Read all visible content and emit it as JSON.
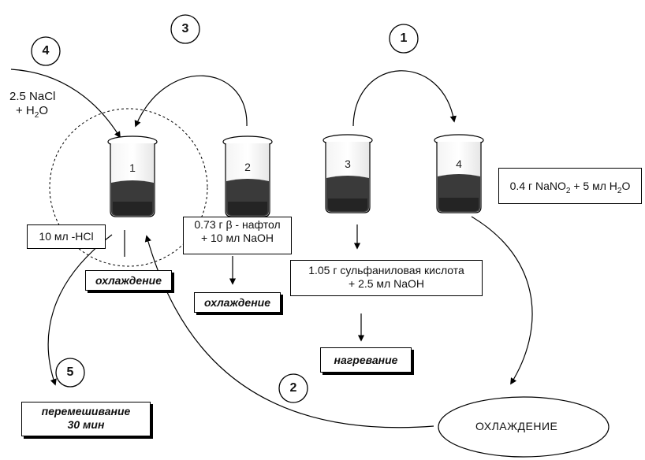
{
  "steps": {
    "s1": "1",
    "s2": "2",
    "s3": "3",
    "s4": "4",
    "s5": "5"
  },
  "beakers": {
    "b1": "1",
    "b2": "2",
    "b3": "3",
    "b4": "4"
  },
  "labels": {
    "nacl_line1": "2.5 NaCl",
    "nacl_line2_prefix": "+ H",
    "nacl_line2_sub": "2",
    "nacl_line2_suffix": "O",
    "hcl": "10 мл -HCl",
    "naphthol_line1": "0.73 г β - нафтол",
    "naphthol_line2": "+ 10 мл NaOH",
    "sulfanil_line1": "1.05 г сульфаниловая кислота",
    "sulfanil_line2": "+ 2.5 мл NaOH",
    "nitrite_a": "0.4 г NaNO",
    "nitrite_sub1": "2",
    "nitrite_b": " + 5 мл H",
    "nitrite_sub2": "2",
    "nitrite_c": "O"
  },
  "actions": {
    "cooling_1": "охлаждение",
    "cooling_2": "охлаждение",
    "heating": "нагревание",
    "stirring_line1": "перемешивание",
    "stirring_line2": "30 мин",
    "cooling_oval": "ОХЛАЖДЕНИЕ"
  }
}
